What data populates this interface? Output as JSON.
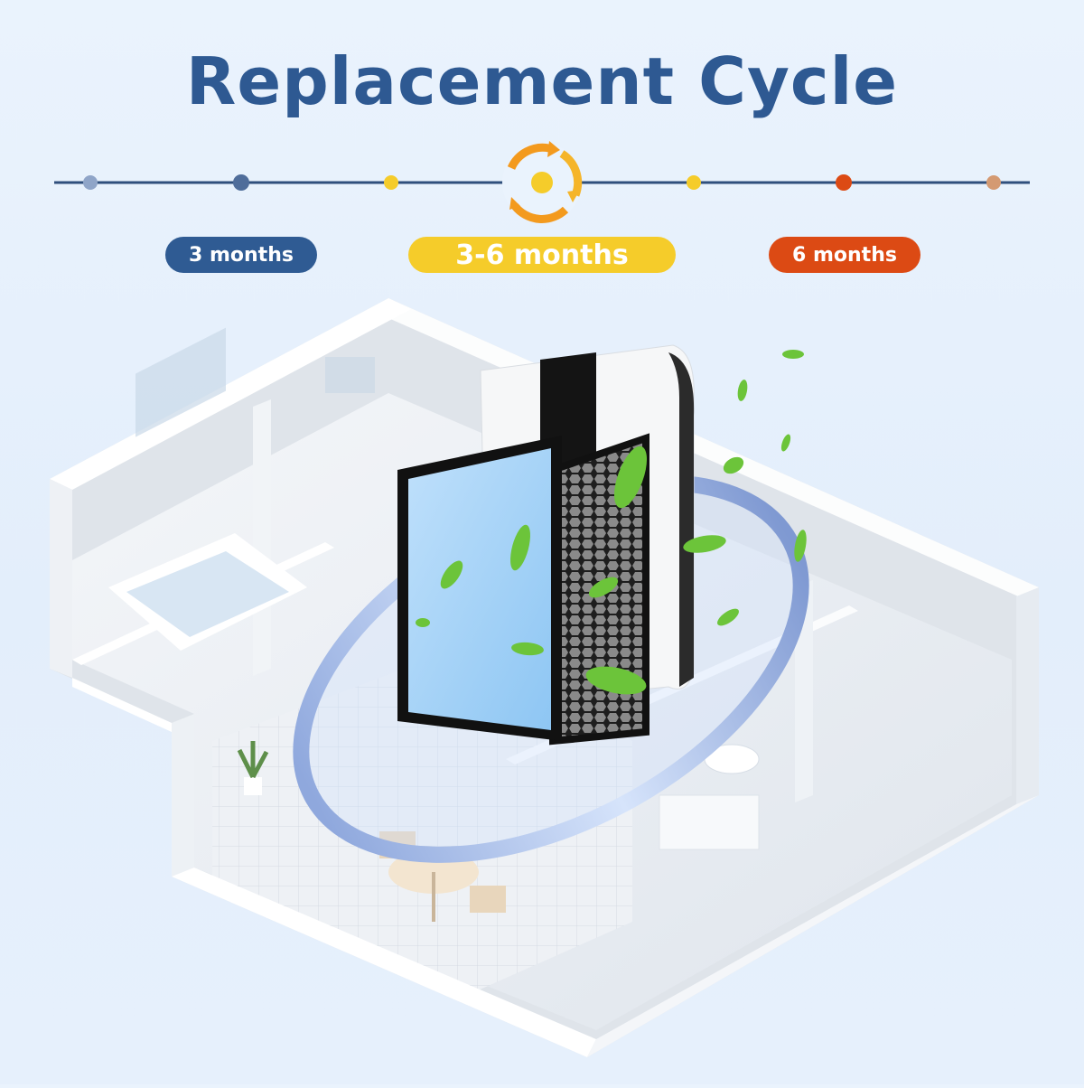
{
  "title": "Replacement Cycle",
  "timeline": {
    "icon": "refresh-cycle-icon",
    "dot_colors": [
      "#8fa5c8",
      "#4f6d9a",
      "#f5cc2a",
      "#f5cc2a",
      "#f5cc2a",
      "#dc4a14",
      "#d49a72"
    ]
  },
  "labels": {
    "short": "3 months",
    "mid": "3-6 months",
    "long": "6 months"
  },
  "colors": {
    "title": "#2e5992",
    "short": "#2f5b93",
    "mid": "#f5cc2a",
    "long": "#dc4a14"
  },
  "illustration": {
    "icons": [
      "air-purifier-icon",
      "hepa-filter-icon",
      "carbon-filter-icon",
      "leaf-icon",
      "airflow-ring-icon",
      "apartment-floorplan-icon"
    ]
  }
}
